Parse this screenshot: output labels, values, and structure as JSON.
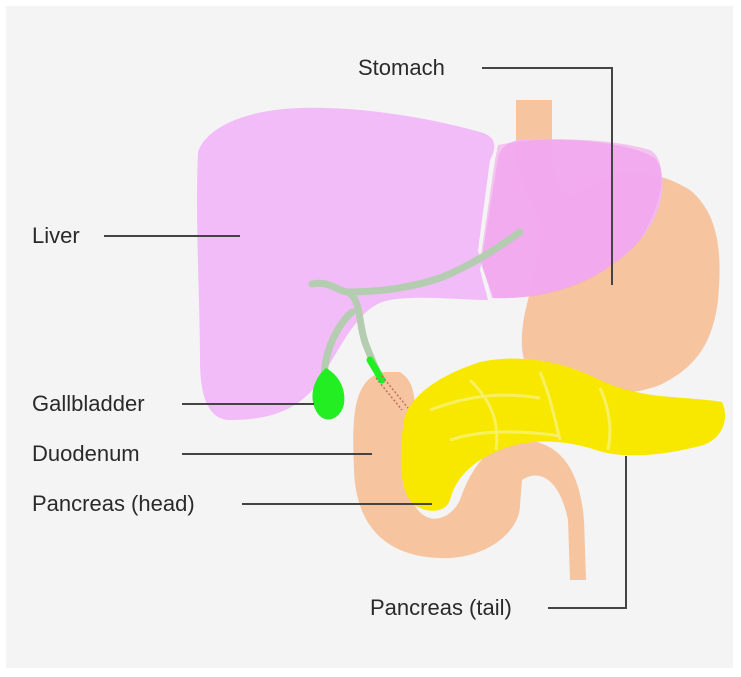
{
  "labels": {
    "stomach": "Stomach",
    "liver": "Liver",
    "gallbladder": "Gallbladder",
    "duodenum": "Duodenum",
    "pancreas_head": "Pancreas (head)",
    "pancreas_tail": "Pancreas (tail)"
  },
  "colors": {
    "background": "#f4f4f4",
    "liver": "#f0b8f8",
    "stomach": "#f6c49e",
    "duodenum": "#f6c49e",
    "pancreas": "#f8e800",
    "gallbladder": "#22ee22",
    "bile_duct": "#b4ccb0",
    "leader_line": "#444444"
  }
}
